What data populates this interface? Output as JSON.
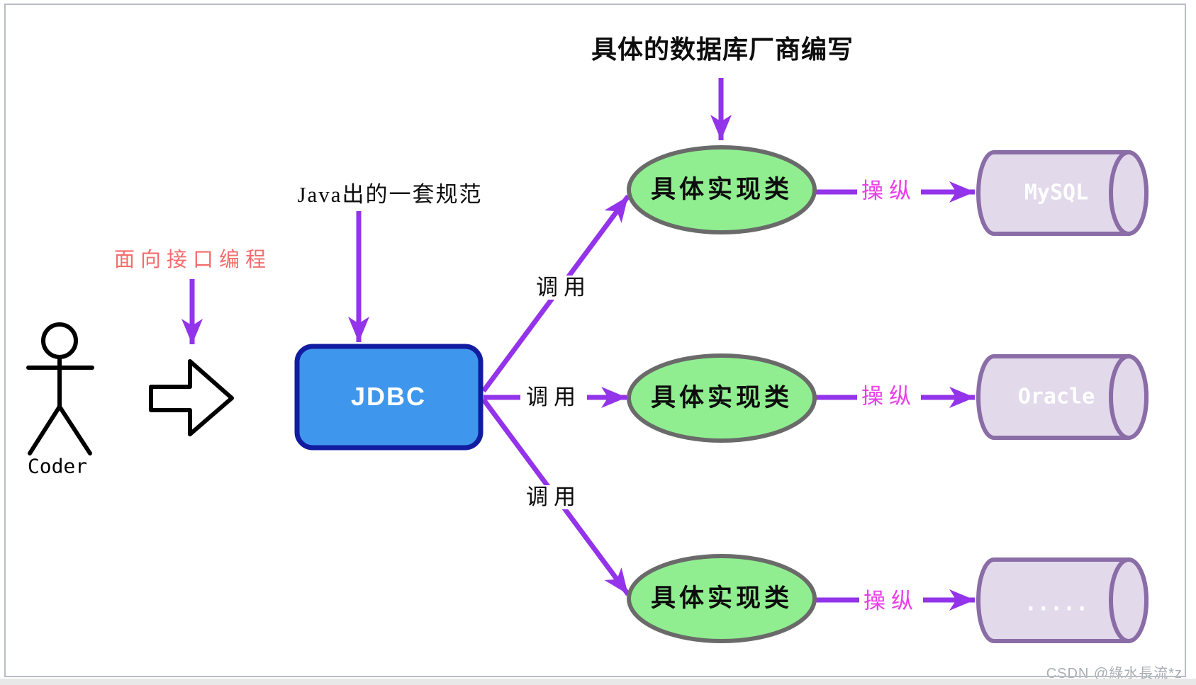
{
  "title": "具体的数据库厂商编写",
  "annotations": {
    "java_spec": "Java出的一套规范",
    "interface_oriented": "面向接口编程"
  },
  "actor": {
    "label": "Coder"
  },
  "jdbc": {
    "label": "JDBC"
  },
  "rows": [
    {
      "impl": "具体实现类",
      "call": "调用",
      "operate": "操纵",
      "db": "MySQL"
    },
    {
      "impl": "具体实现类",
      "call": "调用",
      "operate": "操纵",
      "db": "Oracle"
    },
    {
      "impl": "具体实现类",
      "call": "调用",
      "operate": "操纵",
      "db": "....."
    }
  ],
  "watermark": "CSDN @綠水長流*z",
  "colors": {
    "arrow_purple": "#9333ea",
    "operate_text_pink": "#e93ee9",
    "interface_text_salmon": "#f56c6c",
    "jdbc_fill": "#3e97ec",
    "jdbc_border": "#121ca0",
    "ellipse_fill": "#90ee90",
    "ellipse_border": "#6a6a6a",
    "cylinder_fill": "#e2d9eb",
    "cylinder_border": "#8a6ca6",
    "title_text": "#0d0d0d"
  }
}
